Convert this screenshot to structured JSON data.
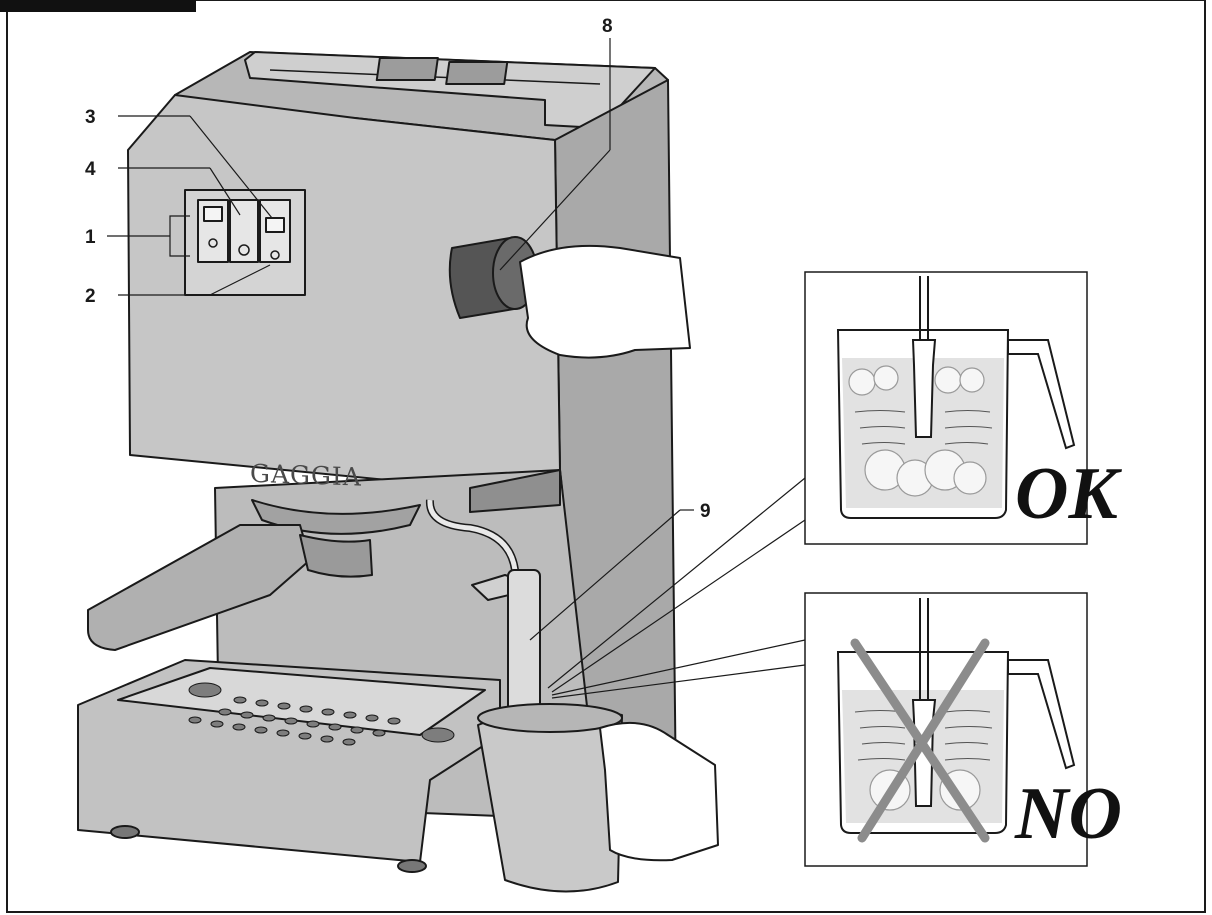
{
  "callouts": {
    "c1": "1",
    "c2": "2",
    "c3": "3",
    "c4": "4",
    "c8": "8",
    "c9": "9"
  },
  "brand_text": "GAGGIA",
  "panels": {
    "ok_label": "OK",
    "no_label": "NO"
  },
  "colors": {
    "outline": "#1a1a1a",
    "machine_body": "#c6c6c6",
    "machine_side": "#a9a9a9",
    "machine_top": "#b7b7b7",
    "milk": "#e2e2e2",
    "cross": "#8c8c8c"
  }
}
